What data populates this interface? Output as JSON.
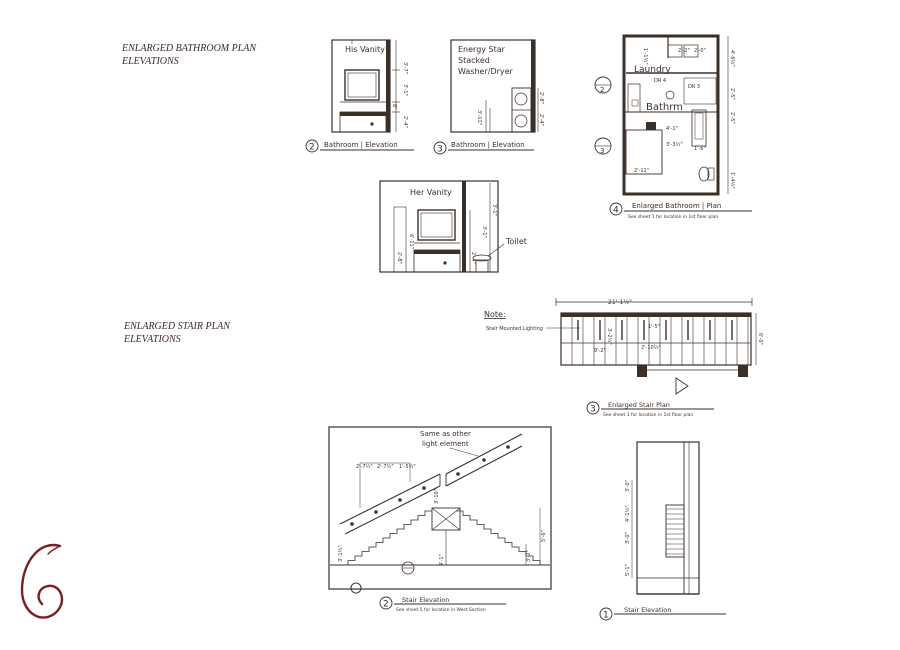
{
  "sections": {
    "bathroom": "ENLARGED BATHROOM PLAN\nELEVATIONS",
    "stair": "ENLARGED STAIR PLAN\nELEVATIONS"
  },
  "logo_letter": "G",
  "bath": {
    "his_vanity": "His Vanity",
    "her_vanity": "Her Vanity",
    "energy_star": [
      "Energy Star",
      "Stacked",
      "Washer/Dryer"
    ],
    "toilet": "Toilet",
    "laundry": "Laundry",
    "bathrm": "Bathrm",
    "dr4": "DR 4",
    "dr3": "DR 3",
    "elev2_num": "2",
    "elev2_title": "Bathroom | Elevation",
    "elev3_num": "3",
    "elev3_title": "Bathroom | Elevation",
    "plan_num": "4",
    "plan_title": "Enlarged Bathroom | Plan",
    "plan_note": "See sheet 1 for location in 1st floor plan",
    "dims": {
      "his_a": "3'-7\"",
      "his_b": "3'-1\"",
      "his_c": "2'-4\"",
      "his_d": "8\"",
      "es_a": "2'-8\"",
      "es_b": "3'-11\"",
      "es_c": "2'-4\"",
      "her_a": "3'-1\"",
      "her_b": "3'-1\"",
      "her_c": "2'-4\"",
      "her_d": "6'-11\"",
      "her_e": "2'-8\"",
      "plan_a": "1'-1½\"",
      "plan_b": "2'-2\"",
      "plan_c": "2'-0\"",
      "plan_d": "4'-6½\"",
      "plan_e": "2'-5\"",
      "plan_f": "4'-1\"",
      "plan_g": "3'-3½\"",
      "plan_h": "1'-6\"",
      "plan_i": "2'-11\"",
      "plan_j": "2'-5\"",
      "plan_k": "1'-4½\""
    },
    "plan_markers": [
      "2",
      "3"
    ]
  },
  "stair": {
    "note": "Note:",
    "lighting": "Stair Mounted Lighting",
    "plan_num": "3",
    "plan_title": "Enlarged Stair Plan",
    "plan_note": "See sheet 1 for location in 1st floor plan",
    "dims": {
      "overall": "21'-1½\"",
      "d1": "3'-2½\"",
      "d2": "1'-5\"",
      "d3": "9'-2\"",
      "d4": "2'-10½\"",
      "d5": "6'-0\"",
      "e1": "2'-7½\"",
      "e2": "2'-7½\"",
      "e3": "1'-5½\"",
      "e4": "3'-1½\"",
      "e5": "4'-1\"",
      "e6": "5'-6\"",
      "e7": "3'-2\"",
      "e8": "3'-10\"",
      "f1": "3'-0\"",
      "f2": "4'-1½\"",
      "f3": "3'-0\"",
      "f4": "5'-1\""
    },
    "same_as": [
      "Same as other",
      "light element"
    ],
    "elev2_num": "2",
    "elev2_title": "Stair Elevation",
    "elev2_note": "See sheet 5 for location in West Section",
    "elev1_num": "1",
    "elev1_title": "Stair Elevation"
  },
  "colors": {
    "ink": "#3b2f2a",
    "logo": "#7a1e22"
  }
}
